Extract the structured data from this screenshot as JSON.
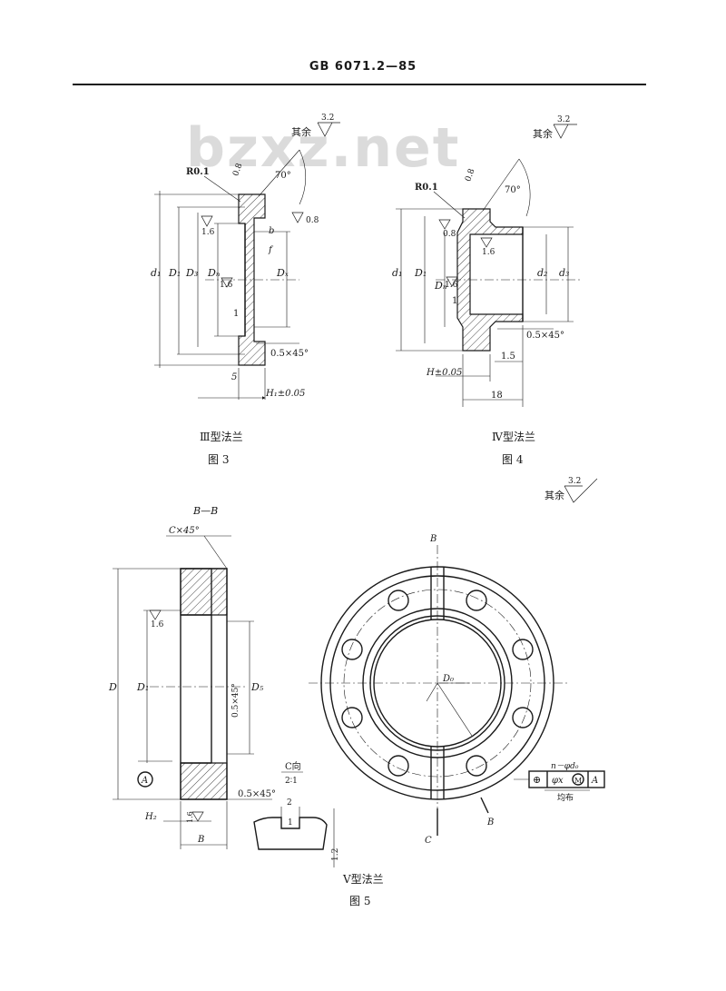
{
  "header": {
    "standard": "GB 6071.2—85"
  },
  "watermark": "bzxz.net",
  "figure3": {
    "type_caption": "Ⅲ型法兰",
    "fig_caption": "图 3",
    "roughness_rest_label": "其余",
    "roughness_rest_value": "3.2",
    "labels": {
      "r": "R0.1",
      "angle": "70°",
      "rough_a": "0.8",
      "rough_b": "0.8",
      "rough_c": "1.6",
      "rough_d": "1.6",
      "d1": "d₁",
      "D1": "D₁",
      "D3": "D₃",
      "DN": "Dₙ",
      "Dx": "Dₓ",
      "b": "b",
      "f": "f",
      "one": "1",
      "chamfer": "0.5×45°",
      "h1": "H₁±0.05",
      "five": "5"
    }
  },
  "figure4": {
    "type_caption": "Ⅳ型法兰",
    "fig_caption": "图 4",
    "roughness_rest_label": "其余",
    "roughness_rest_value": "3.2",
    "labels": {
      "r": "R0.1",
      "angle": "70°",
      "rough_a": "0.8",
      "rough_b": "0.8",
      "rough_c": "1.6",
      "rough_d": "1.6",
      "d1": "d₁",
      "D1": "D₁",
      "DN": "Dₙ",
      "d2": "d₂",
      "d3": "d₃",
      "one": "1",
      "chamfer": "0.5×45°",
      "h": "H±0.05",
      "d15": "1.5",
      "d18": "18"
    }
  },
  "figure5": {
    "type_caption": "Ⅴ型法兰",
    "fig_caption": "图 5",
    "roughness_rest_label": "其余",
    "roughness_rest_value": "3.2",
    "section_label": "B—B",
    "labels": {
      "chamfer_c": "C×45°",
      "rough": "1.6",
      "D": "D",
      "D1": "D₁",
      "D5": "D₅",
      "chamfer": "0.5×45°",
      "datum": "A",
      "h2": "H₂",
      "B": "B",
      "rough_b": "1.6",
      "view_c": "C向",
      "scale": "2∶1",
      "two": "2",
      "one": "1",
      "onetwo": "1.2",
      "D0": "D₀",
      "sec_b_top": "B",
      "sec_b_bottom": "B",
      "sec_c": "C"
    },
    "tolerance_frame": {
      "top": "n－φd₀",
      "sym": "⊕",
      "value": "φx",
      "modifier": "M",
      "datum": "A",
      "bottom": "均布"
    }
  }
}
